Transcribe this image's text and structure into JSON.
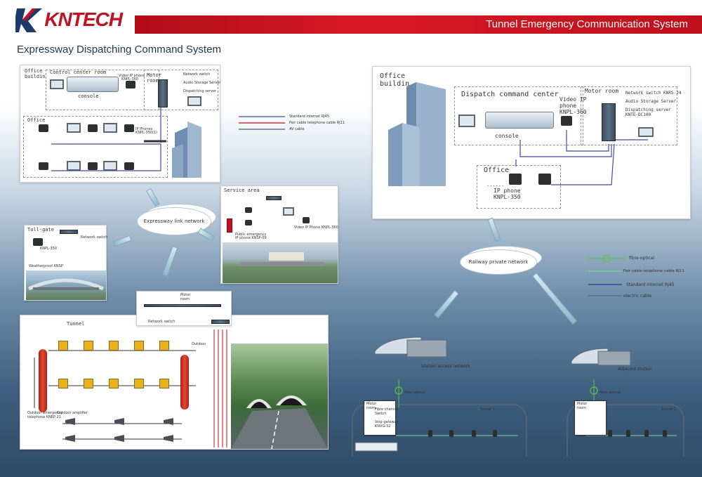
{
  "header": {
    "logo_text": "KNTECH",
    "banner_title": "Tunnel Emergency Communication System",
    "subtitle": "Expressway Dispatching Command System"
  },
  "colors": {
    "brand_red": "#c1121f",
    "fibre_green": "#5cc24a",
    "pair_cable": "#7ad39a",
    "ethernet": "#3e4aa0",
    "electric": "#4d5a66"
  },
  "left_top": {
    "office_building": "Office\nbuildin",
    "control_center_room": "Control center room",
    "video_phone": "Video IP phone",
    "video_phone_model": "KNPL-360",
    "console": "console",
    "motor_room": "Motor\nroom",
    "network_switch": "Network switch",
    "audio_storage": "Audio Storage Server",
    "dispatching_server": "Dispatching server",
    "office": "Office",
    "ip_phone": "IP Phones",
    "ip_phone_model": "KNPL-350(1)",
    "legend_ethernet": "Standard internet RJ45",
    "legend_pair": "Pair cable telephone cable RJ11",
    "legend_electric": "AV cable"
  },
  "cloud_left": "Expressway link network",
  "service_area": {
    "title": "Service area",
    "video_phone_model": "Video IP Phone KNPL-360",
    "item1": "Public emergency",
    "item2": "IP phone KNSP-09"
  },
  "tollgate": {
    "title": "Toll-gate",
    "model": "KNPL-350",
    "label2": "Network switch",
    "label3": "Weatherproof KNSP"
  },
  "tunnel_left": {
    "title": "Tunnel",
    "motor_room": "Motor\nroom",
    "switch": "Network switch",
    "ip_label": "Outdoor",
    "phone_label": "Outdoor emergency\ntelephone KNEP-21",
    "amp_label": "Outdoor amplifier"
  },
  "right_panel": {
    "office_building": "Office\nbuildin",
    "dispatch_center": "Dispatch command center",
    "video_phone": "Video IP\nphone\nKNPL-360",
    "console": "console",
    "motor_room": "Motor room",
    "network_switch": "Network switch KNRS-24",
    "audio_storage": "Audio Storage Server",
    "dispatching_server": "Dispatching server\nKNTE-DC100",
    "office": "Office",
    "ip_phone": "IP phone\nKNPL-350",
    "dots": "......"
  },
  "cloud_right": "Railway private network",
  "legend_right": {
    "fibre": "fibre-optical",
    "pair": "Pair cable telephone cable RJ11",
    "ethernet": "Standard internet RJ45",
    "electric": "electric cable"
  },
  "railway": {
    "station_left": "Station access network",
    "station_right": "Adjacent station",
    "fibre_label": "fibre optical",
    "motor_room": "Motor\nroom",
    "fibre_channel": "Fibre channel\nSwitch",
    "voip_gateway": "Voip gateway\nKNVG-32",
    "tunnel1": "Tunnel 1",
    "tunnel2": "Tunnel 2"
  }
}
